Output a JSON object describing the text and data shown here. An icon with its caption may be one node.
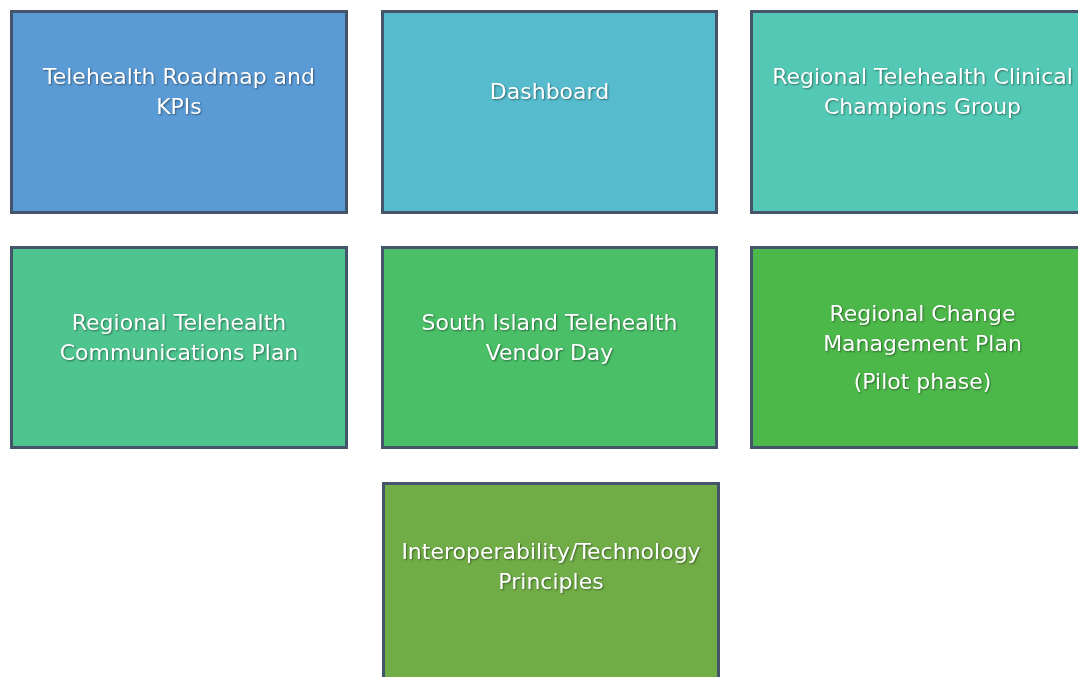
{
  "diagram": {
    "nodes": [
      {
        "text": [
          "Telehealth Roadmap and KPIs"
        ]
      },
      {
        "text": [
          "Dashboard"
        ]
      },
      {
        "text": [
          "Regional Telehealth Clinical Champions Group"
        ]
      },
      {
        "text": [
          "Regional Telehealth Communications Plan"
        ]
      },
      {
        "text": [
          "South Island Telehealth Vendor Day"
        ]
      },
      {
        "text": [
          "Regional Change Management Plan",
          "(Pilot phase)"
        ]
      },
      {
        "text": [
          "Interoperability/Technology Principles"
        ]
      }
    ]
  }
}
